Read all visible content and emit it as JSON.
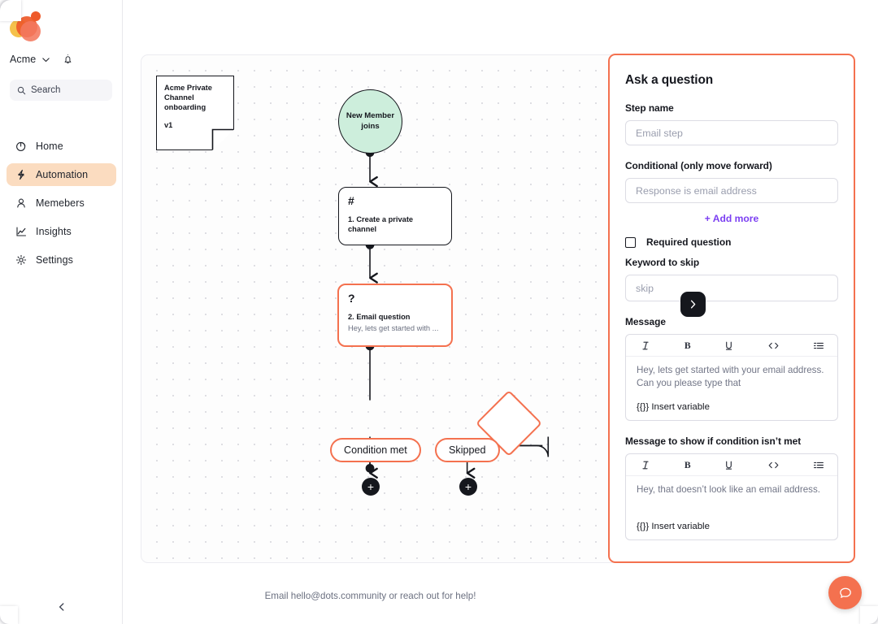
{
  "brand": {
    "accent": "#F4714F",
    "purple": "#7B3FF2",
    "dark": "#15171D",
    "mint": "#CDEEDC",
    "peach": "#FBDCC0"
  },
  "sidebar": {
    "org_name": "Acme",
    "search_placeholder": "Search",
    "items": [
      {
        "label": "Home",
        "icon": "home-pie-icon",
        "active": false
      },
      {
        "label": "Automation",
        "icon": "lightning-icon",
        "active": true
      },
      {
        "label": "Memebers",
        "icon": "person-icon",
        "active": false
      },
      {
        "label": "Insights",
        "icon": "chart-line-icon",
        "active": false
      },
      {
        "label": "Settings",
        "icon": "gear-icon",
        "active": false
      }
    ]
  },
  "canvas": {
    "note": {
      "title": "Acme Private Channel onboarding",
      "version": "v1"
    },
    "trigger": {
      "label": "New Member joins"
    },
    "steps": [
      {
        "icon": "#",
        "title": "1. Create a private channel",
        "subtitle": "",
        "selected": false
      },
      {
        "icon": "?",
        "title": "2. Email question",
        "subtitle": "Hey, lets get started with ...",
        "selected": true
      }
    ],
    "branches": [
      {
        "label": "Condition met"
      },
      {
        "label": "Skipped"
      }
    ],
    "add_node_label": "+",
    "expand_label": "›"
  },
  "footer": {
    "text": "Email hello@dots.community or reach out for help!"
  },
  "panel": {
    "title": "Ask a question",
    "step_name": {
      "label": "Step name",
      "placeholder": "Email step",
      "value": ""
    },
    "conditional": {
      "label": "Conditional (only move forward)",
      "placeholder": "Response is email address",
      "value": ""
    },
    "add_more": "+ Add more",
    "required": {
      "label": "Required question",
      "checked": false
    },
    "keyword": {
      "label": "Keyword to skip",
      "placeholder": "skip",
      "value": ""
    },
    "message": {
      "label": "Message",
      "text": "Hey, lets get started with your email address. Can you please type that",
      "insert_variable": "{{}} Insert variable",
      "toolbar": [
        "italic-icon",
        "bold-icon",
        "underline-icon",
        "code-icon",
        "list-icon"
      ],
      "toolbar_labels": [
        "I",
        "B",
        "U",
        "<>",
        "☰"
      ]
    },
    "fallback": {
      "label": "Message to show if condition isn’t met",
      "text": "Hey, that doesn’t look like an email address.",
      "insert_variable": "{{}} Insert variable"
    }
  }
}
